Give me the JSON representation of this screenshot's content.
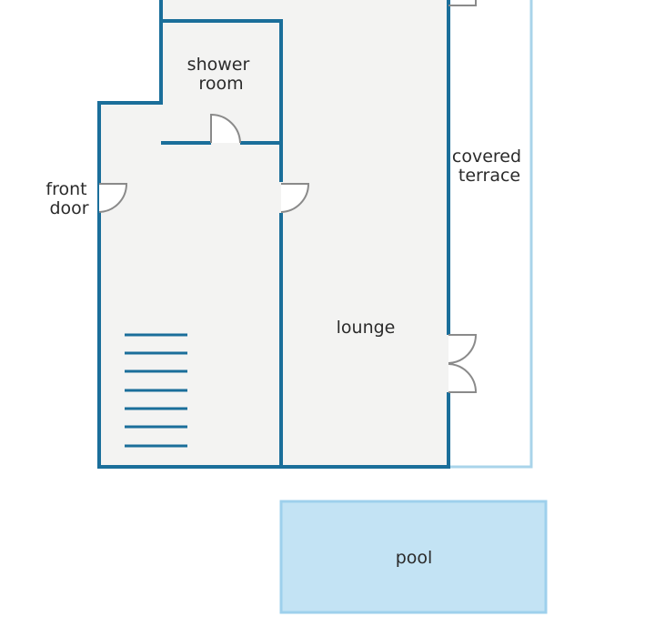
{
  "floor_plan": {
    "colors": {
      "wall": "#1a6e9a",
      "floor": "#f3f3f2",
      "terrace_outline": "#a9d4ea",
      "pool_fill": "#c3e3f4",
      "pool_outline": "#9ed0ec",
      "door": "#8a8a8a",
      "stairs": "#1a6e9a"
    },
    "labels": {
      "shower_room_line1": "shower",
      "shower_room_line2": "room",
      "front_door_line1": "front",
      "front_door_line2": "door",
      "covered_terrace_line1": "covered",
      "covered_terrace_line2": "terrace",
      "lounge": "lounge",
      "pool": "pool"
    },
    "icons": {
      "door": "door-swing-arc-icon",
      "stairs": "stair-treads-icon"
    }
  }
}
